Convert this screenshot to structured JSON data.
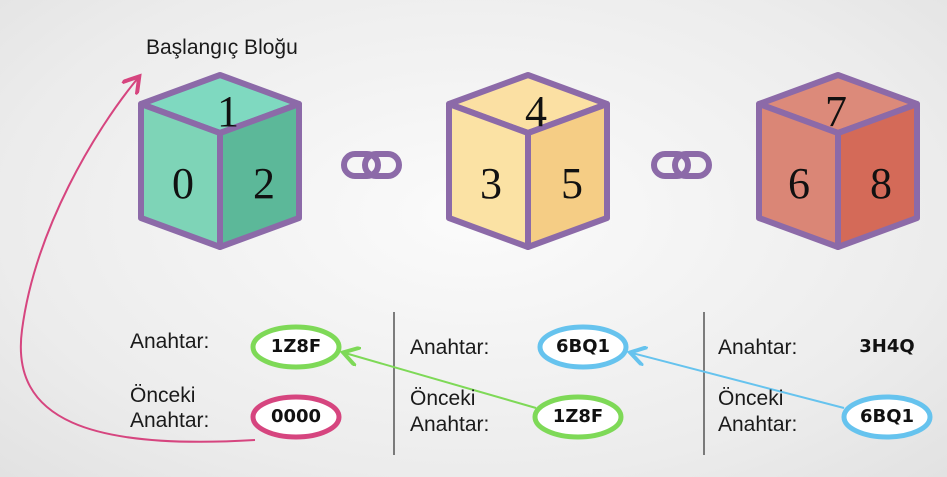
{
  "title": "Başlangıç Bloğu",
  "blocks": [
    {
      "top": "1",
      "left": "0",
      "right": "2",
      "colors": {
        "top": "#7fd9c0",
        "left": "#7ed4b7",
        "right": "#5cb899"
      }
    },
    {
      "top": "4",
      "left": "3",
      "right": "5",
      "colors": {
        "top": "#fbe0a3",
        "left": "#fbe2a4",
        "right": "#f5cd85"
      }
    },
    {
      "top": "7",
      "left": "6",
      "right": "8",
      "colors": {
        "top": "#dc8a7a",
        "left": "#da8676",
        "right": "#d46a58"
      }
    }
  ],
  "columns": [
    {
      "key_label": "Anahtar:",
      "prev_label_1": "Önceki",
      "prev_label_2": "Anahtar:",
      "key": "1Z8F",
      "prev_key": "0000"
    },
    {
      "key_label": "Anahtar:",
      "prev_label_1": "Önceki",
      "prev_label_2": "Anahtar:",
      "key": "6BQ1",
      "prev_key": "1Z8F"
    },
    {
      "key_label": "Anahtar:",
      "prev_label_1": "Önceki",
      "prev_label_2": "Anahtar:",
      "key": "3H4Q",
      "prev_key": "6BQ1"
    }
  ],
  "colors": {
    "outline": "#8c6aa8",
    "chain": "#8c6aa8",
    "green": "#7ed957",
    "blue": "#66c3ee",
    "magenta": "#d6457f",
    "divider": "#555555"
  }
}
